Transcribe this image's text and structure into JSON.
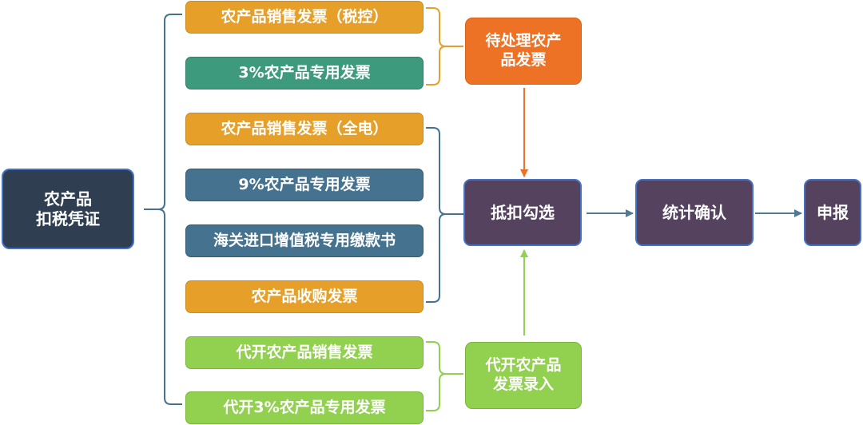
{
  "source": {
    "label": "农产品\n扣税凭证"
  },
  "invoices": [
    {
      "key": "inv1",
      "label": "农产品销售发票（税控）"
    },
    {
      "key": "inv2",
      "label": "3%农产品专用发票"
    },
    {
      "key": "inv3",
      "label": "农产品销售发票（全电）"
    },
    {
      "key": "inv4",
      "label": "9%农产品专用发票"
    },
    {
      "key": "inv5",
      "label": "海关进口增值税专用缴款书"
    },
    {
      "key": "inv6",
      "label": "农产品收购发票"
    },
    {
      "key": "inv7",
      "label": "代开农产品销售发票"
    },
    {
      "key": "inv8",
      "label": "代开3%农产品专用发票"
    }
  ],
  "pending": {
    "label": "待处理农产\n品发票"
  },
  "proxy_entry": {
    "label": "代开农产品\n发票录入"
  },
  "steps": [
    {
      "key": "select",
      "label": "抵扣勾选"
    },
    {
      "key": "confirm",
      "label": "统计确认"
    },
    {
      "key": "declare",
      "label": "申报"
    }
  ],
  "colors": {
    "orange": "#E6A02A",
    "teal": "#3E9A7D",
    "steel": "#44728F",
    "light_green": "#92D050",
    "navy": "#2F3E51",
    "purple": "#54425F",
    "bright_orange": "#EE7225",
    "bracket": "#44728F",
    "arrow_blue": "#4F7A95",
    "arrow_orange": "#EE7225",
    "arrow_green": "#92D050"
  }
}
